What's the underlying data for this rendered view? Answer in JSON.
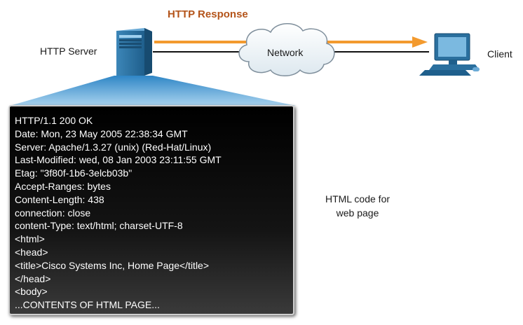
{
  "diagram": {
    "title": "HTTP Response",
    "server_label": "HTTP Server",
    "network_label": "Network",
    "client_label": "Client",
    "note_lines": [
      "HTML code for",
      "web page"
    ],
    "response_lines": [
      "HTTP/1.1 200 OK",
      "Date: Mon, 23 May 2005 22:38:34 GMT",
      "Server: Apache/1.3.27 (unix) (Red-Hat/Linux)",
      "Last-Modified: wed, 08 Jan 2003 23:11:55 GMT",
      "Etag: \"3f80f-1b6-3elcb03b\"",
      "Accept-Ranges: bytes",
      "Content-Length: 438",
      "connection: close",
      "content-Type: text/html; charset-UTF-8",
      "<html>",
      "<head>",
      "<title>Cisco Systems Inc, Home Page</title>",
      "</head>",
      "<body>",
      "...CONTENTS OF HTML PAGE..."
    ]
  },
  "colors": {
    "arrow": "#f39a2e",
    "title": "#b4541a",
    "server": "#2a6f9e",
    "beam": "#5aa8d8",
    "console_bg": "#000000"
  },
  "icons": [
    "server-tower-icon",
    "network-cloud-icon",
    "desktop-computer-icon"
  ]
}
